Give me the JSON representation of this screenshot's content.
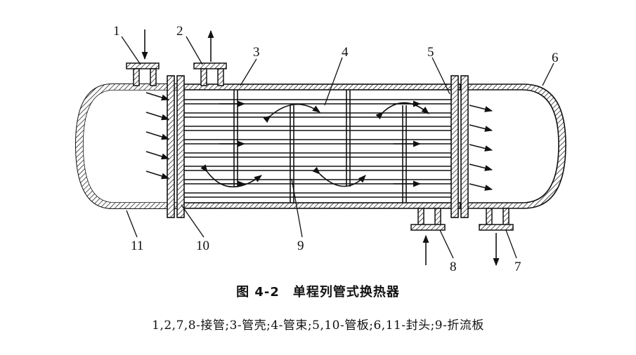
{
  "figure": {
    "title": "图 4-2　单程列管式换热器",
    "legend": "1,2,7,8-接管;3-管壳;4-管束;5,10-管板;6,11-封头;9-折流板",
    "callouts": [
      "1",
      "2",
      "3",
      "4",
      "5",
      "6",
      "7",
      "8",
      "9",
      "10",
      "11"
    ]
  },
  "colors": {
    "line": "#111111",
    "background": "#ffffff"
  }
}
